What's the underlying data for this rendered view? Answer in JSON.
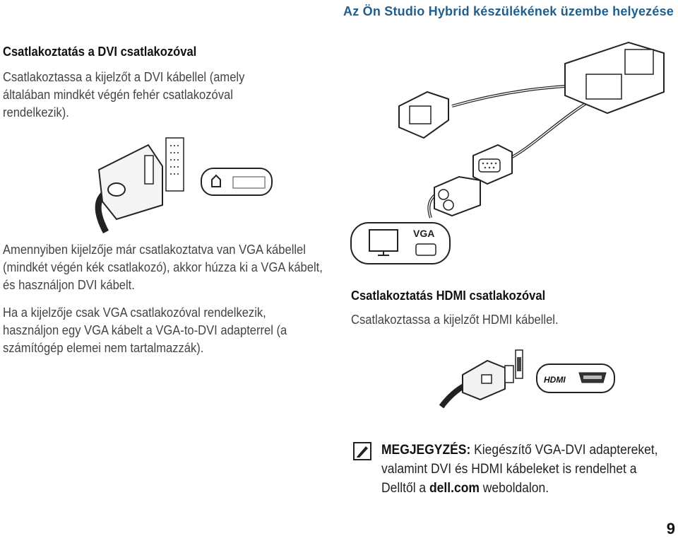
{
  "header": {
    "title": "Az Ön Studio Hybrid készülékének üzembe helyezése"
  },
  "dvi_section": {
    "title": "Csatlakoztatás a DVI csatlakozóval",
    "intro": "Csatlakoztassa a kijelzőt a DVI kábellel (amely általában mindkét végén fehér csatlakozóval rendelkezik).",
    "paragraph1": "Amennyiben kijelzője már csatlakoztatva van VGA kábellel (mindkét végén kék csatlakozó), akkor húzza ki a VGA kábelt, és használjon DVI kábelt.",
    "paragraph2": "Ha a kijelzője csak VGA csatlakozóval rendelkezik, használjon egy VGA kábelt a VGA-to-DVI adapterrel (a számítógép elemei nem tartalmazzák)."
  },
  "vga_label": {
    "text": "VGA"
  },
  "hdmi_section": {
    "title": "Csatlakoztatás HDMI csatlakozóval",
    "intro": "Csatlakoztassa a kijelzőt HDMI kábellel.",
    "logo_text": "HDMI"
  },
  "note": {
    "label": "MEGJEGYZÉS:",
    "text_before": " Kiegészítő VGA-DVI adaptereket, valamint DVI és HDMI kábeleket is rendelhet a Delltől a ",
    "link": "dell.com",
    "text_after": " weboldalon."
  },
  "page_number": "9",
  "icons": [
    "dvi-connector-icon",
    "monitor-icon",
    "note-pencil-icon"
  ]
}
